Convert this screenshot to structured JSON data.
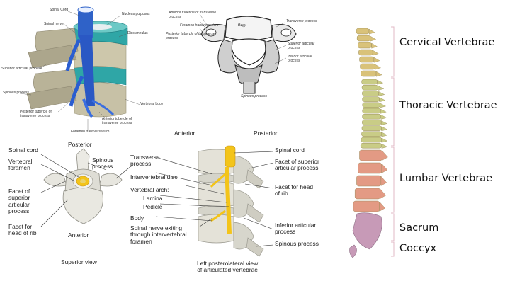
{
  "panel_a": {
    "labels": {
      "spinal_cord": "Spinal Cord",
      "nucleus_pulposus": "Nucleus pulposus",
      "spinal_nerve": "Spinal nerve",
      "disc_annulus": "Disc annulus",
      "superior_articular_process": "Superior articular process",
      "spinous_process": "Spinous process",
      "vertebral_body": "Vertebral body",
      "posterior_tubercle": "Posterior tubercle of transverse process",
      "anterior_tubercle": "Anterior tubercle of transverse process",
      "foramen_transversarium": "Foramen transversarium"
    }
  },
  "panel_b": {
    "labels": {
      "anterior_tubercle": "Anterior tubercle of transverse process",
      "foramen": "Foramen transversarium",
      "posterior_tubercle": "Posterior tubercle of transverse process",
      "body": "Body",
      "transverse_process": "Transverse process",
      "superior_articular": "Superior articular process",
      "inferior_articular": "Inferior articular process",
      "spinous": "Spinous process"
    }
  },
  "panel_c": {
    "posterior": "Posterior",
    "anterior": "Anterior",
    "caption": "Superior view",
    "spinal_cord": "Spinal cord",
    "vertebral_foramen": "Vertebral\nforamen",
    "facet_superior": "Facet of\nsuperior\narticular\nprocess",
    "facet_rib": "Facet for\nhead of rib",
    "spinous_process": "Spinous\nprocess",
    "transverse_process": "Transverse\nprocess",
    "intervertebral_disc": "Intervertebral disc",
    "vertebral_arch": "Vertebral arch:",
    "lamina": "Lamina",
    "pedicle": "Pedicle",
    "body": "Body",
    "spinal_nerve": "Spinal nerve exiting\nthrough intervertebral\nforamen"
  },
  "panel_d": {
    "anterior": "Anterior",
    "posterior": "Posterior",
    "spinal_cord": "Spinal cord",
    "facet_superior": "Facet of superior\narticular process",
    "facet_rib": "Facet for head\nof rib",
    "inferior_articular": "Inferior articular\nprocess",
    "spinous_process": "Spinous process",
    "caption": "Left posterolateral view\nof articulated vertebrae"
  },
  "panel_e": {
    "regions": {
      "cervical": "Cervical Vertebrae",
      "thoracic": "Thoracic Vertebrae",
      "lumbar": "Lumbar Vertebrae",
      "sacrum": "Sacrum",
      "coccyx": "Coccyx"
    },
    "colors": {
      "cervical": "#d9c27a",
      "thoracic": "#c9cc86",
      "lumbar": "#e39a84",
      "sacrum": "#c79ab7",
      "bracket": "#e0b8c6"
    }
  }
}
